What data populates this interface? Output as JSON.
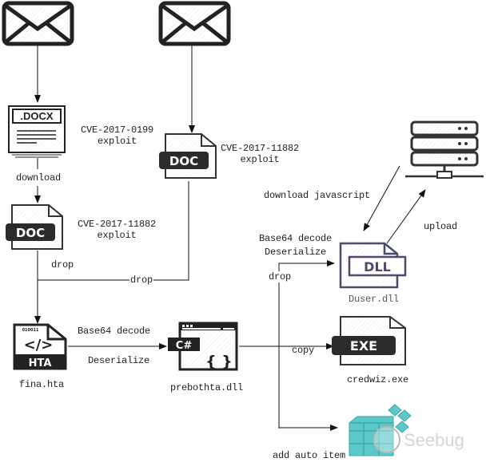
{
  "diagram": {
    "title": "",
    "nodes": {
      "email_1": {
        "icon": "envelope-icon"
      },
      "email_2": {
        "icon": "envelope-icon"
      },
      "docx": {
        "icon": "docx-file-icon",
        "badge": ".DOCX"
      },
      "doc_1": {
        "icon": "doc-file-icon",
        "badge": "DOC"
      },
      "doc_2": {
        "icon": "doc-file-icon",
        "badge": "DOC"
      },
      "hta": {
        "icon": "hta-file-icon",
        "badge": "HTA",
        "bits": "010011",
        "glyph": "</>",
        "label": "fina.hta"
      },
      "prebothta": {
        "icon": "csharp-dll-icon",
        "badge": "C#",
        "glyph": "{ }",
        "label": "prebothta.dll"
      },
      "server": {
        "icon": "server-icon"
      },
      "duser": {
        "icon": "dll-file-icon",
        "badge": "DLL",
        "label": "Duser.dll"
      },
      "credwiz": {
        "icon": "exe-file-icon",
        "badge": "EXE",
        "label": "credwiz.exe"
      },
      "registry": {
        "icon": "registry-icon"
      }
    },
    "edge_labels": {
      "docx_exploit_line1": "CVE-2017-0199",
      "docx_exploit_line2": "exploit",
      "download": "download",
      "doc1_exploit_line1": "CVE-2017-11882",
      "doc1_exploit_line2": "exploit",
      "doc2_exploit_line1": "CVE-2017-11882",
      "doc2_exploit_line2": "exploit",
      "drop_1": "drop",
      "drop_2": "drop",
      "hta_to_dll_line1": "Base64 decode",
      "hta_to_dll_line2": "Deserialize",
      "download_js": "download javascript",
      "upload": "upload",
      "dll_to_duser_line1": "Base64 decode",
      "dll_to_duser_line2": "Deserialize",
      "drop_3": "drop",
      "copy": "copy",
      "add_auto_item": "add auto item"
    },
    "watermark": "Seebug"
  }
}
